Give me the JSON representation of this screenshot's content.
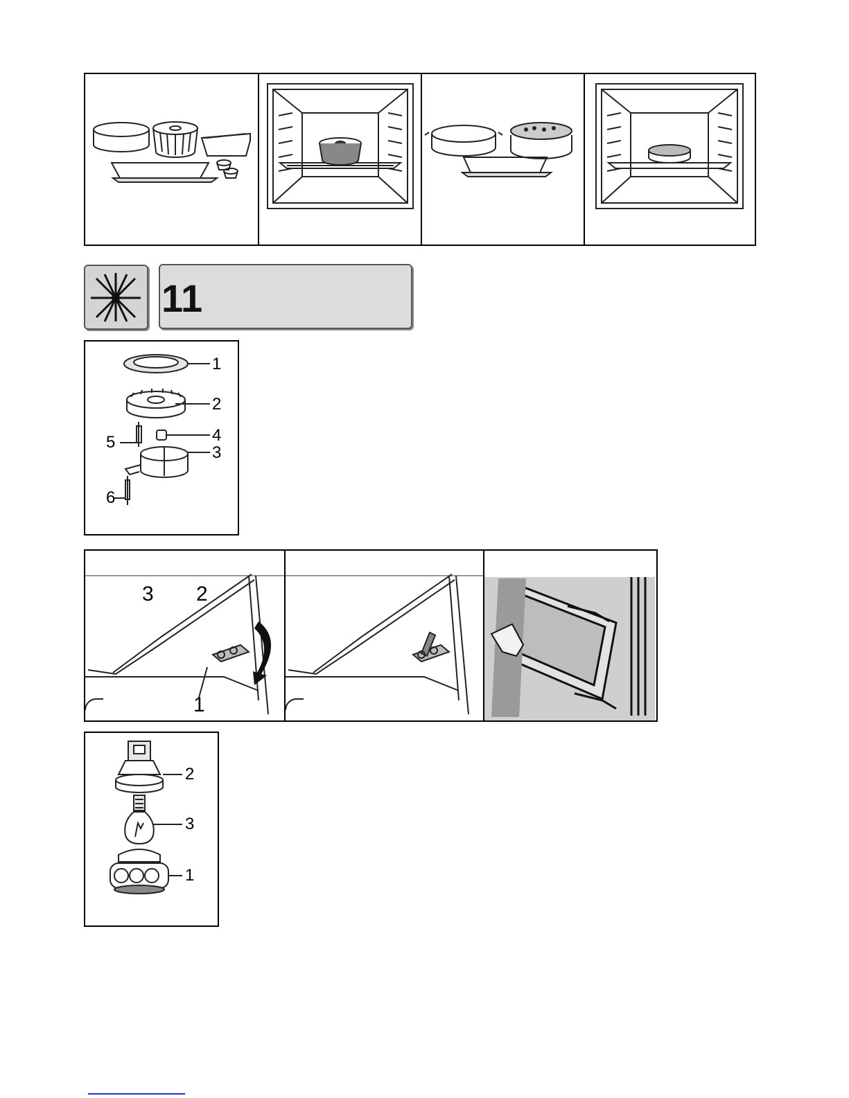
{
  "header": {
    "section_number": "11"
  },
  "burner_diagram": {
    "labels": {
      "cap": "1",
      "crown": "2",
      "body": "3",
      "injector": "4",
      "ignition_plug": "5",
      "thermocouple": "6"
    }
  },
  "hinge_diagram": {
    "labels": {
      "lever": "1",
      "hinge": "2",
      "door": "3"
    }
  },
  "lamp_diagram": {
    "labels": {
      "cover": "1",
      "holder": "2",
      "bulb": "3"
    }
  },
  "colors": {
    "link": "#1f2fd8",
    "header_fill": "#dcdcdc",
    "icon_fill": "#d4d4d4"
  }
}
